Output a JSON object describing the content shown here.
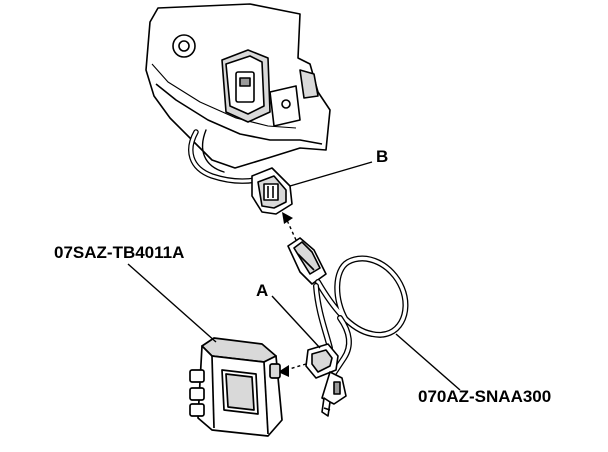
{
  "labels": {
    "callout_a": "A",
    "callout_b": "B",
    "part_box": "07SAZ-TB4011A",
    "part_cable": "070AZ-SNAA300"
  },
  "colors": {
    "ink": "#000000",
    "paper": "#ffffff",
    "shade": "#d9d9d9",
    "shade_dark": "#9a9a9a"
  }
}
